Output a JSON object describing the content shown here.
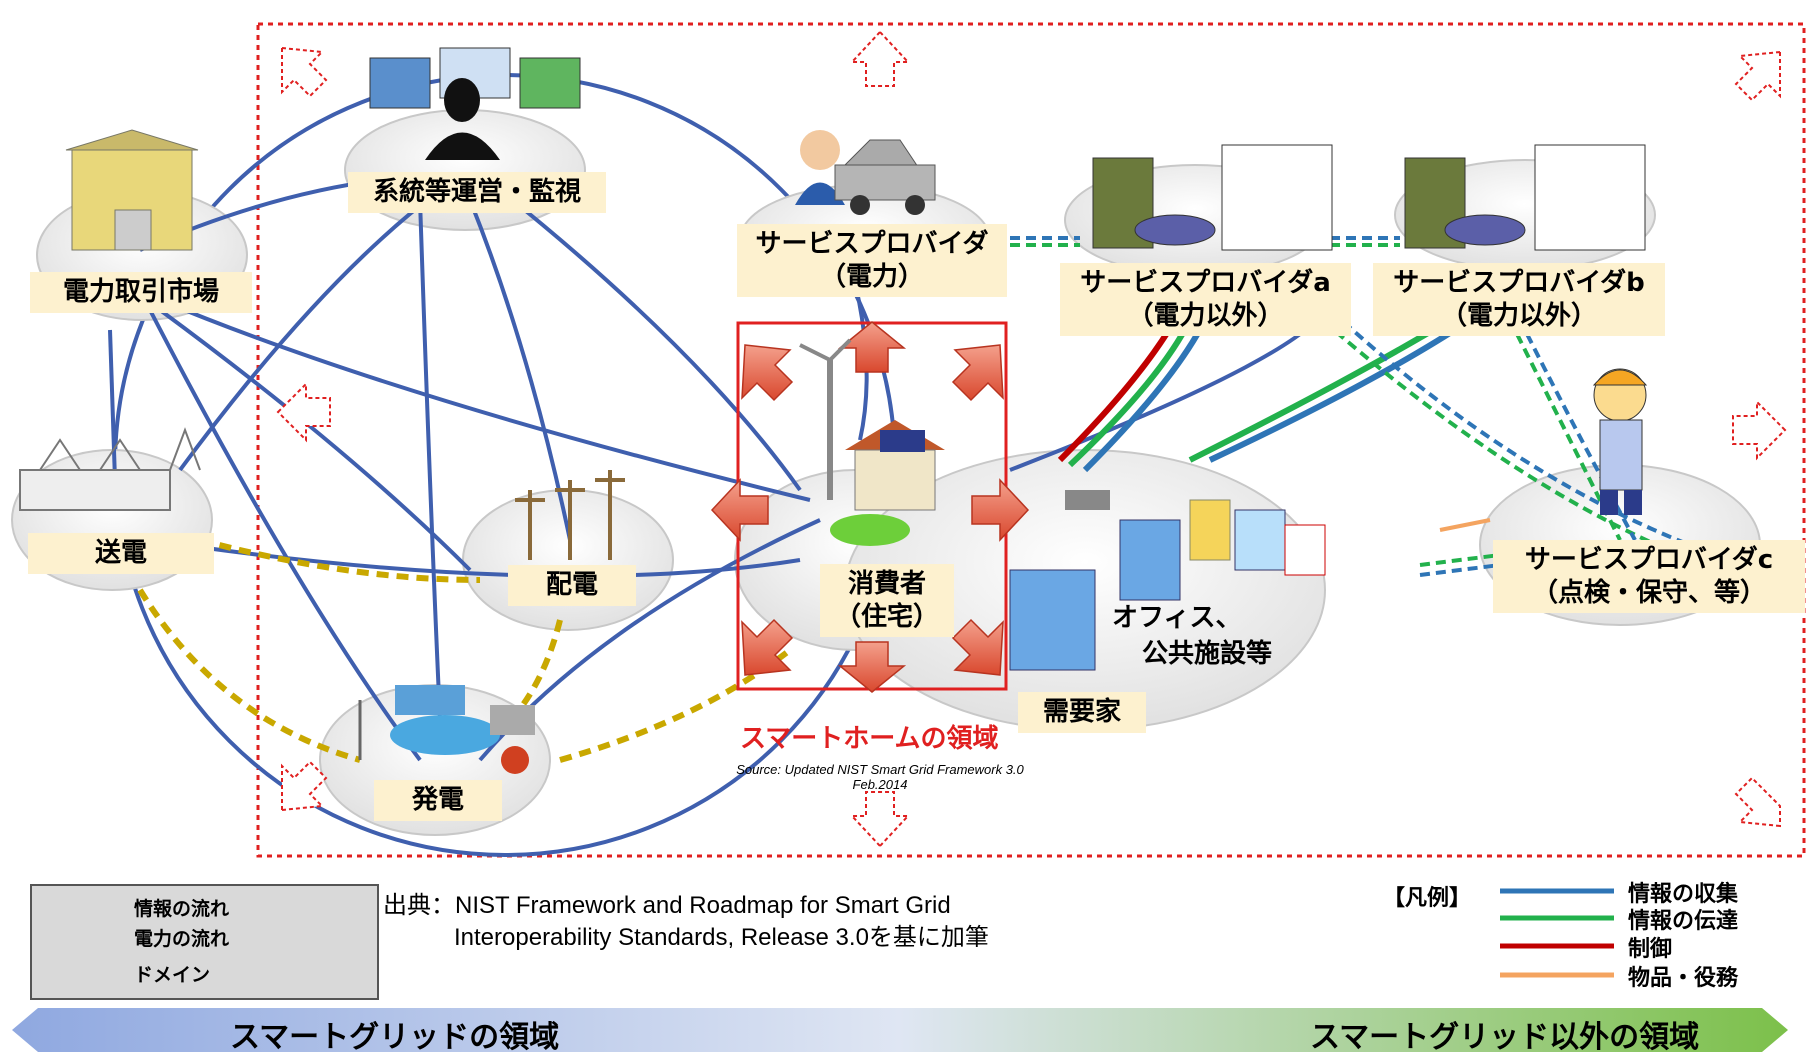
{
  "nodes": {
    "market": {
      "label": "電力取引市場"
    },
    "operations": {
      "label": "系統等運営・監視"
    },
    "sp_power": {
      "line1": "サービスプロバイダ",
      "line2": "（電力）"
    },
    "sp_a": {
      "line1": "サービスプロバイダa",
      "line2": "（電力以外）"
    },
    "sp_b": {
      "line1": "サービスプロバイダb",
      "line2": "（電力以外）"
    },
    "transmission": {
      "label": "送電"
    },
    "distribution": {
      "label": "配電"
    },
    "generation": {
      "label": "発電"
    },
    "consumer": {
      "line1": "消費者",
      "line2": "（住宅）"
    },
    "office": {
      "line1": "オフィス、",
      "line2": "公共施設等"
    },
    "demand": {
      "label": "需要家"
    },
    "sp_c": {
      "line1": "サービスプロバイダc",
      "line2": "（点検・保守、等）"
    }
  },
  "smart_home_label": "スマートホームの領域",
  "source_note": {
    "line1": "Source:  Updated NIST Smart Grid Framework 3.0",
    "line2": "Feb.2014"
  },
  "legend_left": {
    "info_flow": "情報の流れ",
    "power_flow": "電力の流れ",
    "domain": "ドメイン"
  },
  "citation": {
    "line1": "出典：NIST Framework and Roadmap for Smart Grid",
    "line2": "Interoperability Standards, Release 3.0を基に加筆"
  },
  "legend_right": {
    "title": "【凡例】",
    "items": [
      {
        "label": "情報の収集",
        "color": "#2e75b6"
      },
      {
        "label": "情報の伝達",
        "color": "#22b14c"
      },
      {
        "label": "制御",
        "color": "#c00000"
      },
      {
        "label": "物品・役務",
        "color": "#f4a460"
      }
    ]
  },
  "bottom_arrow": {
    "left_label": "スマートグリッドの領域",
    "right_label": "スマートグリッド以外の領域"
  },
  "colors": {
    "info_line": "#3f5fae",
    "power_line": "#c9a800",
    "region_border": "#e02020",
    "smart_home_border": "#e02020",
    "label_bg": "#fdf1cf"
  }
}
